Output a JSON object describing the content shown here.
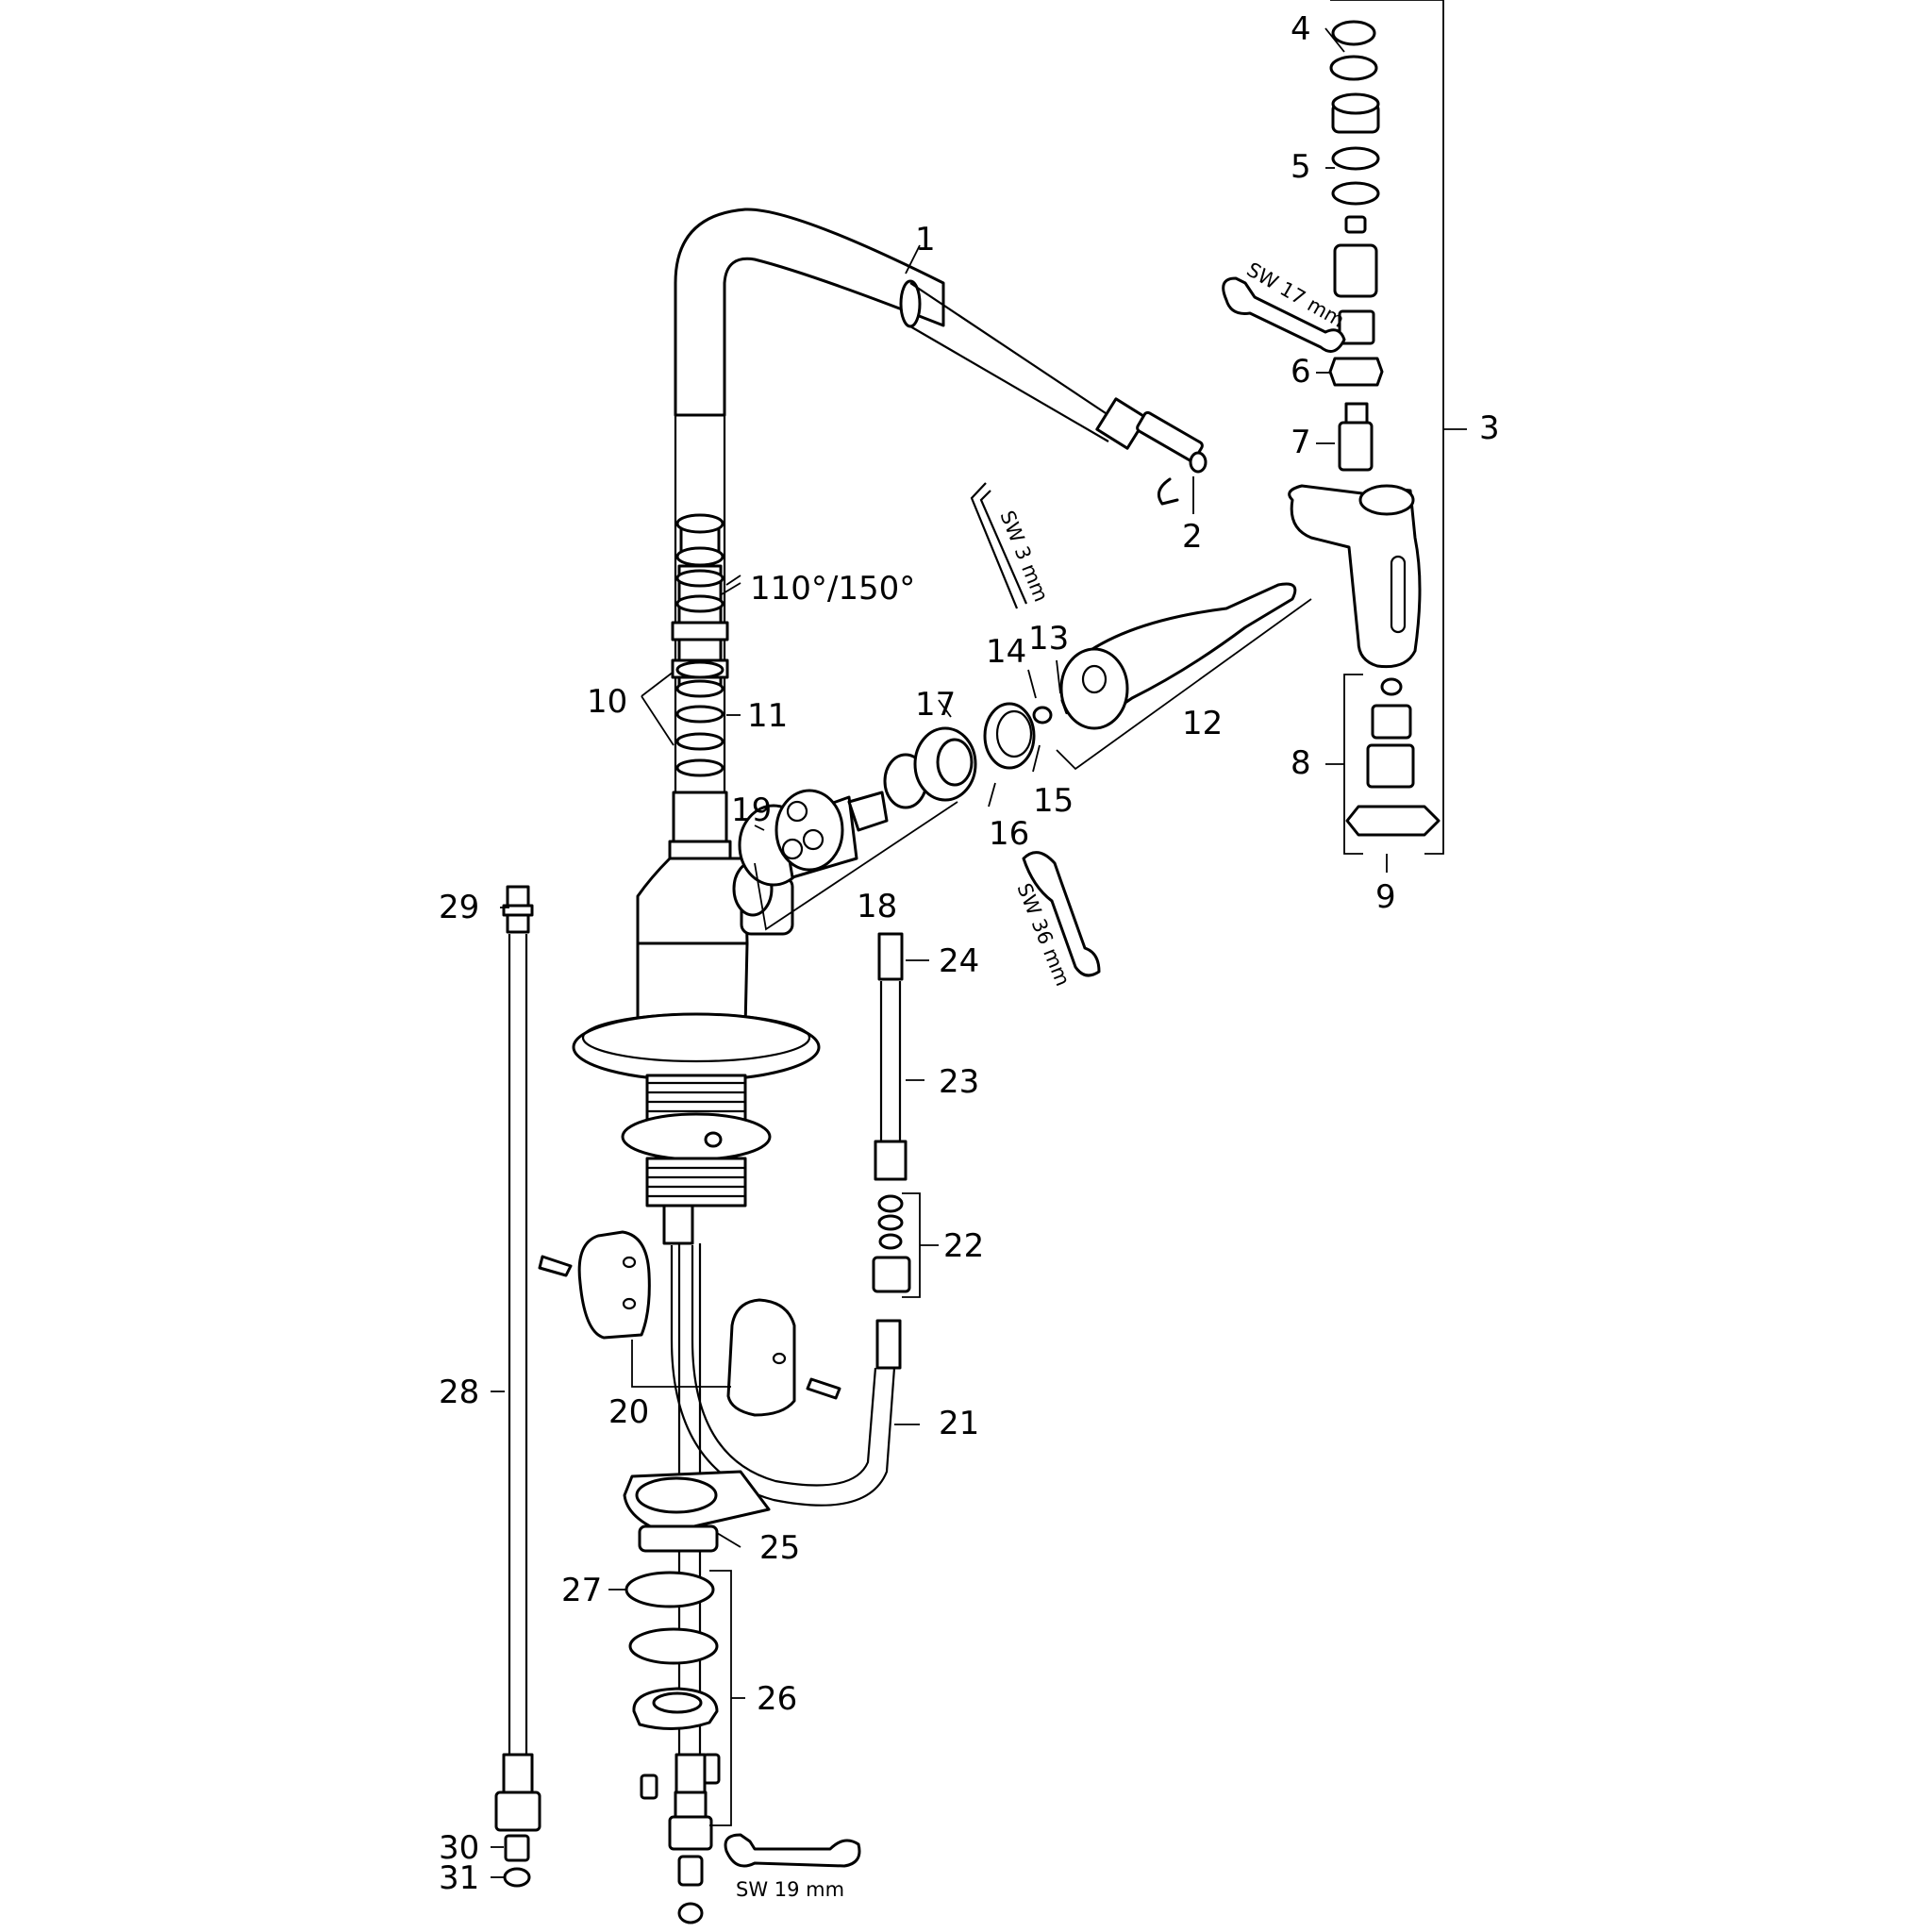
{
  "diagram": {
    "callouts": [
      "1",
      "2",
      "3",
      "4",
      "5",
      "6",
      "7",
      "8",
      "9",
      "10",
      "11",
      "12",
      "13",
      "14",
      "15",
      "16",
      "17",
      "18",
      "19",
      "20",
      "21",
      "22",
      "23",
      "24",
      "25",
      "26",
      "27",
      "28",
      "29",
      "30",
      "31"
    ],
    "angle_label": "110°/150°",
    "tools": {
      "wrench_17": "SW 17 mm",
      "hex_key_3": "SW 3 mm",
      "wrench_36": "SW 36 mm",
      "wrench_19": "SW 19 mm"
    }
  }
}
